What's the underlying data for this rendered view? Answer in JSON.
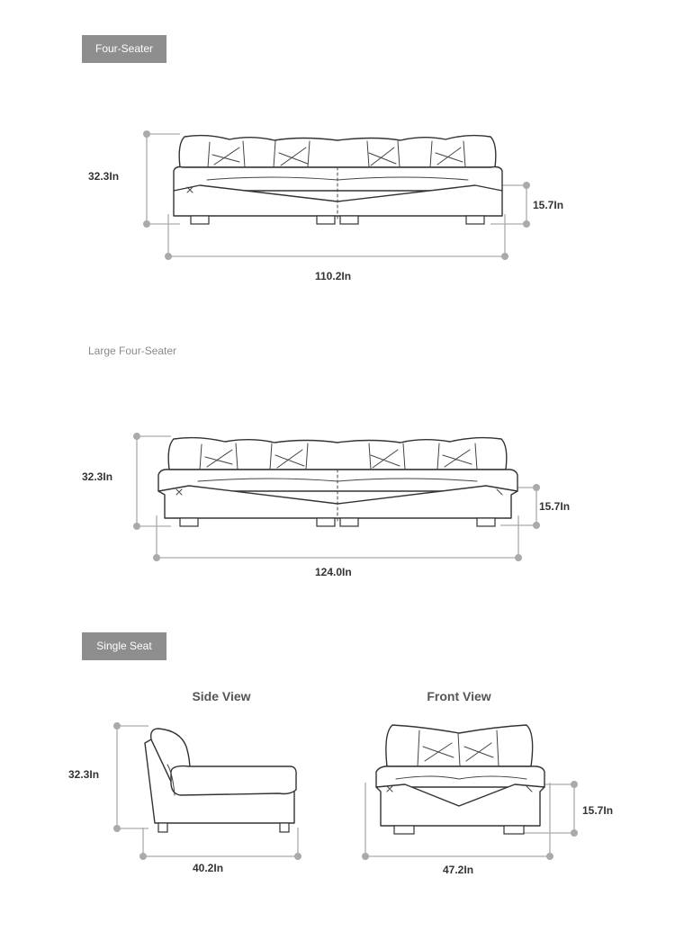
{
  "sections": {
    "four_seater": {
      "badge": "Four-Seater",
      "height": "32.3In",
      "seat_height": "15.7In",
      "width": "110.2In"
    },
    "large_four_seater": {
      "label": "Large Four-Seater",
      "height": "32.3In",
      "seat_height": "15.7In",
      "width": "124.0In"
    },
    "single_seat": {
      "badge": "Single Seat",
      "side_view": {
        "title": "Side View",
        "height": "32.3In",
        "depth": "40.2In"
      },
      "front_view": {
        "title": "Front View",
        "seat_height": "15.7In",
        "width": "47.2In"
      }
    }
  },
  "colors": {
    "badge_bg": "#8e8e8e",
    "dimension_line": "#aaaaaa",
    "outline": "#333333"
  }
}
